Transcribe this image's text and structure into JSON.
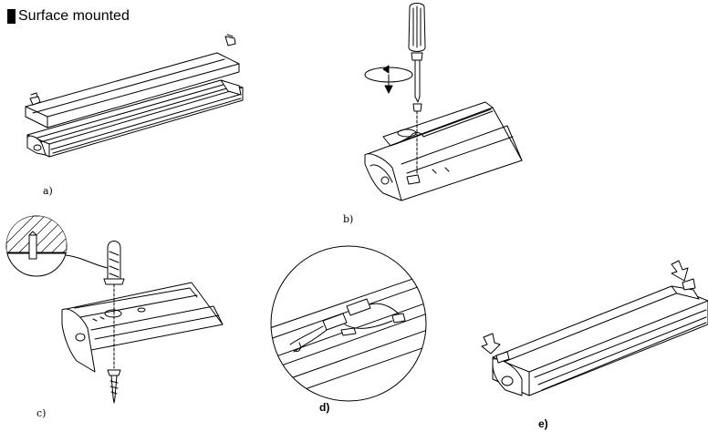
{
  "header": {
    "title": "Surface mounted"
  },
  "steps": [
    {
      "label": "a)"
    },
    {
      "label": "b)"
    },
    {
      "label": "c)"
    },
    {
      "label": "d)"
    },
    {
      "label": "e)"
    }
  ]
}
